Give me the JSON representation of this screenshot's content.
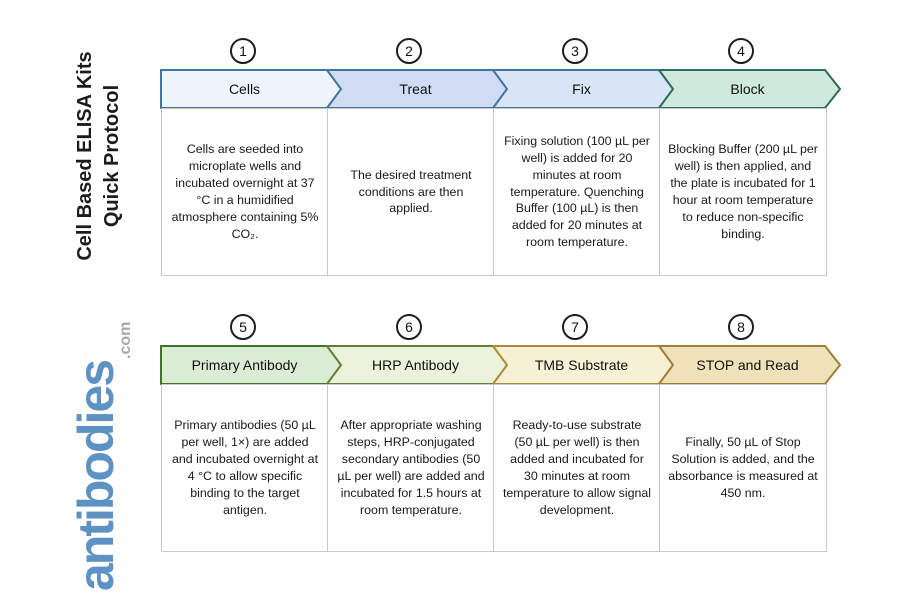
{
  "sidebar": {
    "title_line1": "Cell Based ELISA Kits",
    "title_line2": "Quick Protocol",
    "brand": "antibodies",
    "brand_suffix": ".com",
    "brand_color": "#5e92c4",
    "brand_suffix_color": "#a8a8a8"
  },
  "diagram": {
    "phases": [
      {
        "steps": [
          {
            "number": "1",
            "label": "Cells",
            "fill": "#eef4fb",
            "stroke": "#44739f",
            "description": "Cells are seeded into microplate wells and incubated overnight at 37 °C in a humidified atmosphere containing 5% CO₂."
          },
          {
            "number": "2",
            "label": "Treat",
            "fill": "#cfdcf4",
            "stroke": "#44739f",
            "description": "The desired treatment conditions are then applied."
          },
          {
            "number": "3",
            "label": "Fix",
            "fill": "#d8e5f6",
            "stroke": "#44739f",
            "description": "Fixing solution (100 µL per well) is added for 20 minutes at room temperature. Quenching Buffer (100 µL) is then added for 20 minutes at room temperature."
          },
          {
            "number": "4",
            "label": "Block",
            "fill": "#cfe9dc",
            "stroke": "#2f6b58",
            "description": "Blocking Buffer (200 µL per well) is then applied, and the plate is incubated for 1 hour at room temperature to reduce non-specific binding."
          }
        ]
      },
      {
        "steps": [
          {
            "number": "5",
            "label": "Primary Antibody",
            "fill": "#dbecd4",
            "stroke": "#45712e",
            "description": "Primary antibodies (50 µL per well, 1×) are added and incubated overnight at 4 °C to allow specific binding to the target antigen."
          },
          {
            "number": "6",
            "label": "HRP Antibody",
            "fill": "#ebf2db",
            "stroke": "#627d35",
            "description": "After appropriate washing steps, HRP-conjugated secondary antibodies (50 µL per well) are added and incubated for 1.5 hours at room temperature."
          },
          {
            "number": "7",
            "label": "TMB Substrate",
            "fill": "#f6f1d4",
            "stroke": "#ad8b36",
            "description": "Ready-to-use substrate (50 µL per well) is then added and incubated for 30 minutes at room temperature to allow signal development."
          },
          {
            "number": "8",
            "label": "STOP and Read",
            "fill": "#efe1ba",
            "stroke": "#9e7e37",
            "description": "Finally, 50 µL of Stop Solution is added, and the absorbance is measured at 450 nm."
          }
        ]
      }
    ]
  }
}
